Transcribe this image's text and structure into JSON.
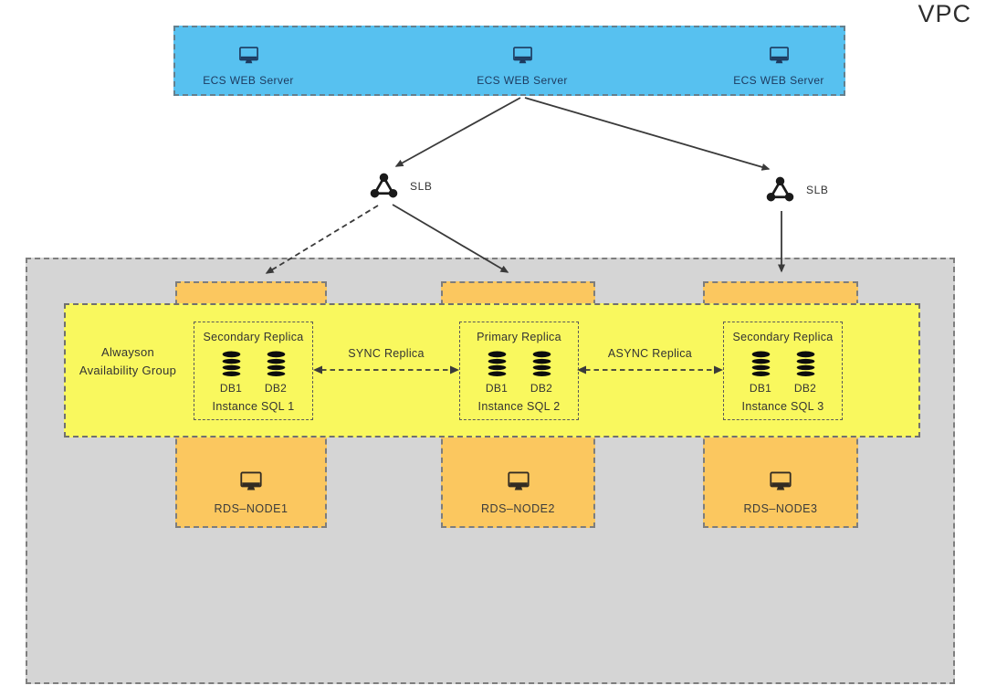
{
  "diagram": {
    "vpc_label": "VPC",
    "web_tier": {
      "servers": [
        {
          "label": "ECS WEB Server"
        },
        {
          "label": "ECS WEB Server"
        },
        {
          "label": "ECS WEB Server"
        }
      ]
    },
    "load_balancers": [
      {
        "label": "SLB"
      },
      {
        "label": "SLB"
      }
    ],
    "availability_group": {
      "label": "Alwayson\nAvailability Group"
    },
    "replicas": [
      {
        "title": "Secondary Replica",
        "db1": "DB1",
        "db2": "DB2",
        "instance": "Instance SQL 1"
      },
      {
        "title": "Primary Replica",
        "db1": "DB1",
        "db2": "DB2",
        "instance": "Instance SQL 2"
      },
      {
        "title": "Secondary Replica",
        "db1": "DB1",
        "db2": "DB2",
        "instance": "Instance SQL 3"
      }
    ],
    "replication_links": [
      {
        "label": "SYNC Replica"
      },
      {
        "label": "ASYNC Replica"
      }
    ],
    "rds_nodes": [
      {
        "label": "RDS–NODE1"
      },
      {
        "label": "RDS–NODE2"
      },
      {
        "label": "RDS–NODE3"
      }
    ],
    "colors": {
      "web_tier_fill": "#57c1f0",
      "availability_group_fill": "#f9f85e",
      "rds_node_fill": "#fbc75f",
      "subnet_fill": "#d5d5d5",
      "line_color": "#3a3a3a"
    }
  }
}
